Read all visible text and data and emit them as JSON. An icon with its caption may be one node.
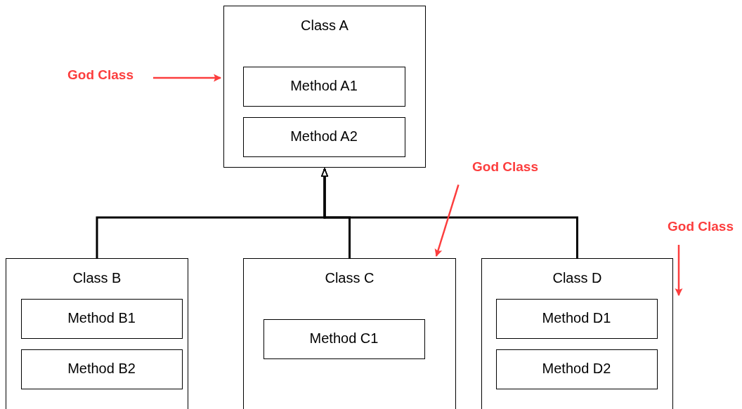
{
  "diagram": {
    "nodes": [
      {
        "text": [
          "Class A"
        ]
      },
      {
        "text": [
          "Method A1"
        ],
        "in": 0
      },
      {
        "text": [
          "Method A2"
        ],
        "in": 0
      },
      {
        "text": [
          "Class B"
        ]
      },
      {
        "text": [
          "Method B1"
        ],
        "in": 3
      },
      {
        "text": [
          "Method B2"
        ],
        "in": 3
      },
      {
        "text": [
          "Class C"
        ]
      },
      {
        "text": [
          "Method C1"
        ],
        "in": 6
      },
      {
        "text": [
          "Class D"
        ]
      },
      {
        "text": [
          "Method D1"
        ],
        "in": 8
      },
      {
        "text": [
          "Method D2"
        ],
        "in": 8
      },
      {
        "text": [
          "God Class"
        ]
      },
      {
        "text": [
          "God Class"
        ]
      },
      {
        "text": [
          "God Class"
        ]
      }
    ],
    "edges": [
      {
        "from": 3,
        "to": 0,
        "arrow": "to"
      },
      {
        "from": 6,
        "to": 0,
        "arrow": "to"
      },
      {
        "from": 8,
        "to": 0,
        "arrow": "to"
      },
      {
        "from": 11,
        "to": 0,
        "arrow": "to",
        "color": "#fc3d3d"
      },
      {
        "from": 12,
        "to": 6,
        "arrow": "to",
        "color": "#fc3d3d"
      },
      {
        "from": 13,
        "to": 8,
        "arrow": "to",
        "color": "#fc3d3d"
      }
    ]
  }
}
